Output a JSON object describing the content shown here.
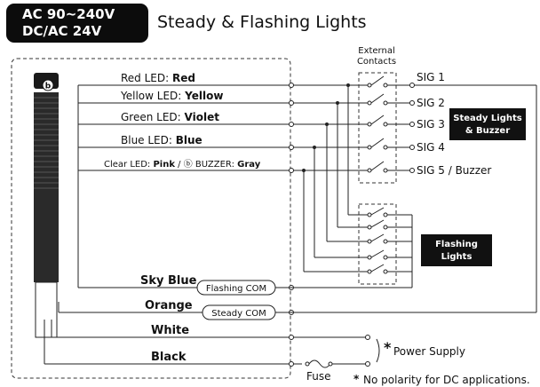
{
  "header": {
    "voltage_line1": "AC 90~240V",
    "voltage_line2": "DC/AC 24V",
    "title": "Steady & Flashing Lights"
  },
  "wires": [
    {
      "prefix": "Red LED: ",
      "color": "Red"
    },
    {
      "prefix": "Yellow LED: ",
      "color": "Yellow"
    },
    {
      "prefix": "Green LED: ",
      "color": "Violet"
    },
    {
      "prefix": "Blue LED: ",
      "color": "Blue"
    },
    {
      "prefix": "Clear LED: ",
      "color": "Pink",
      "sep": " / ",
      "buzzer_symbol": "ⓑ",
      "buzzer_prefix": " BUZZER: ",
      "buzzer_color": "Gray"
    }
  ],
  "signals": [
    "SIG 1",
    "SIG 2",
    "SIG 3",
    "SIG 4",
    "SIG 5 / Buzzer"
  ],
  "external_contacts": {
    "line1": "External",
    "line2": "Contacts"
  },
  "boxes": {
    "steady": {
      "line1": "Steady Lights",
      "line2": "& Buzzer"
    },
    "flashing": {
      "line1": "Flashing",
      "line2": "Lights"
    }
  },
  "com_wires": [
    {
      "color": "Sky Blue",
      "com_label": "Flashing COM"
    },
    {
      "color": "Orange",
      "com_label": "Steady COM"
    }
  ],
  "power_wires": [
    {
      "color": "White"
    },
    {
      "color": "Black"
    }
  ],
  "fuse_label": "Fuse",
  "power_supply": {
    "star": "*",
    "label": "Power Supply"
  },
  "note": {
    "star": "*",
    "text": "No polarity for DC applications."
  },
  "tower_symbol": "b"
}
